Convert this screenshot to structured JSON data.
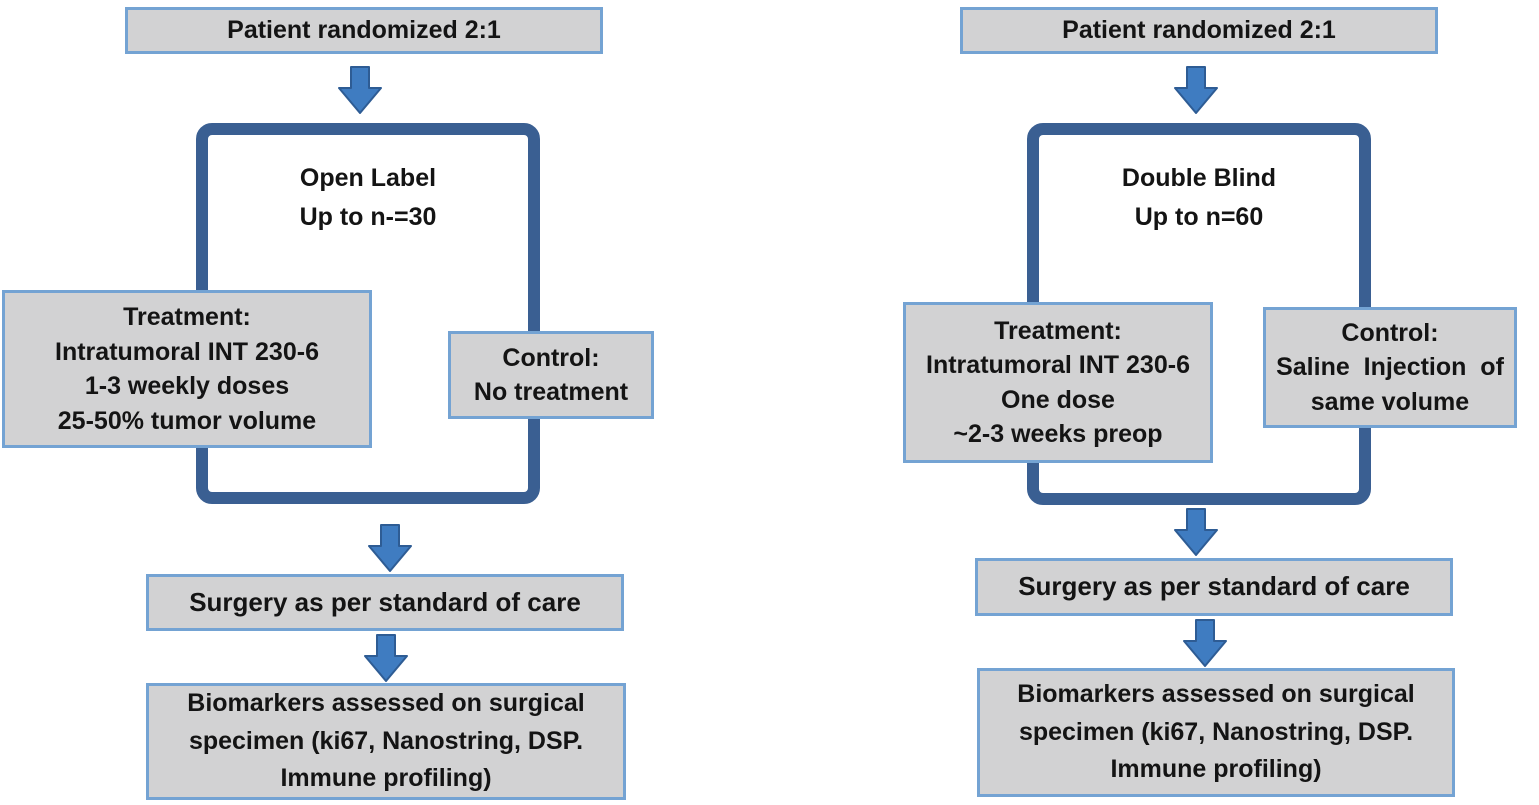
{
  "colors": {
    "box-fill": "#d2d2d3",
    "box-border": "#74a3d3",
    "frame-border": "#3a5f92",
    "arrow-fill": "#3f7cc1",
    "arrow-stroke": "#2e5c94",
    "text-color": "#141414"
  },
  "panels": [
    {
      "id": "open-label",
      "randomize_label": "Patient randomized 2:1",
      "phase_title": "Open Label\nUp to n-=30",
      "treatment": "Treatment:\nIntratumoral INT 230-6\n1-3 weekly doses\n25-50% tumor volume",
      "control": "Control:\nNo treatment",
      "surgery": "Surgery as per standard of care",
      "biomarkers": "Biomarkers assessed on surgical\nspecimen (ki67, Nanostring, DSP.\nImmune profiling)"
    },
    {
      "id": "double-blind",
      "randomize_label": "Patient randomized 2:1",
      "phase_title": "Double Blind\nUp to n=60",
      "treatment": "Treatment:\nIntratumoral INT 230-6\nOne dose\n~2-3 weeks preop",
      "control": "Control:\nSaline  Injection  of\nsame volume",
      "surgery": "Surgery as per standard of care",
      "biomarkers": "Biomarkers assessed on surgical\nspecimen (ki67, Nanostring, DSP.\nImmune profiling)"
    }
  ]
}
